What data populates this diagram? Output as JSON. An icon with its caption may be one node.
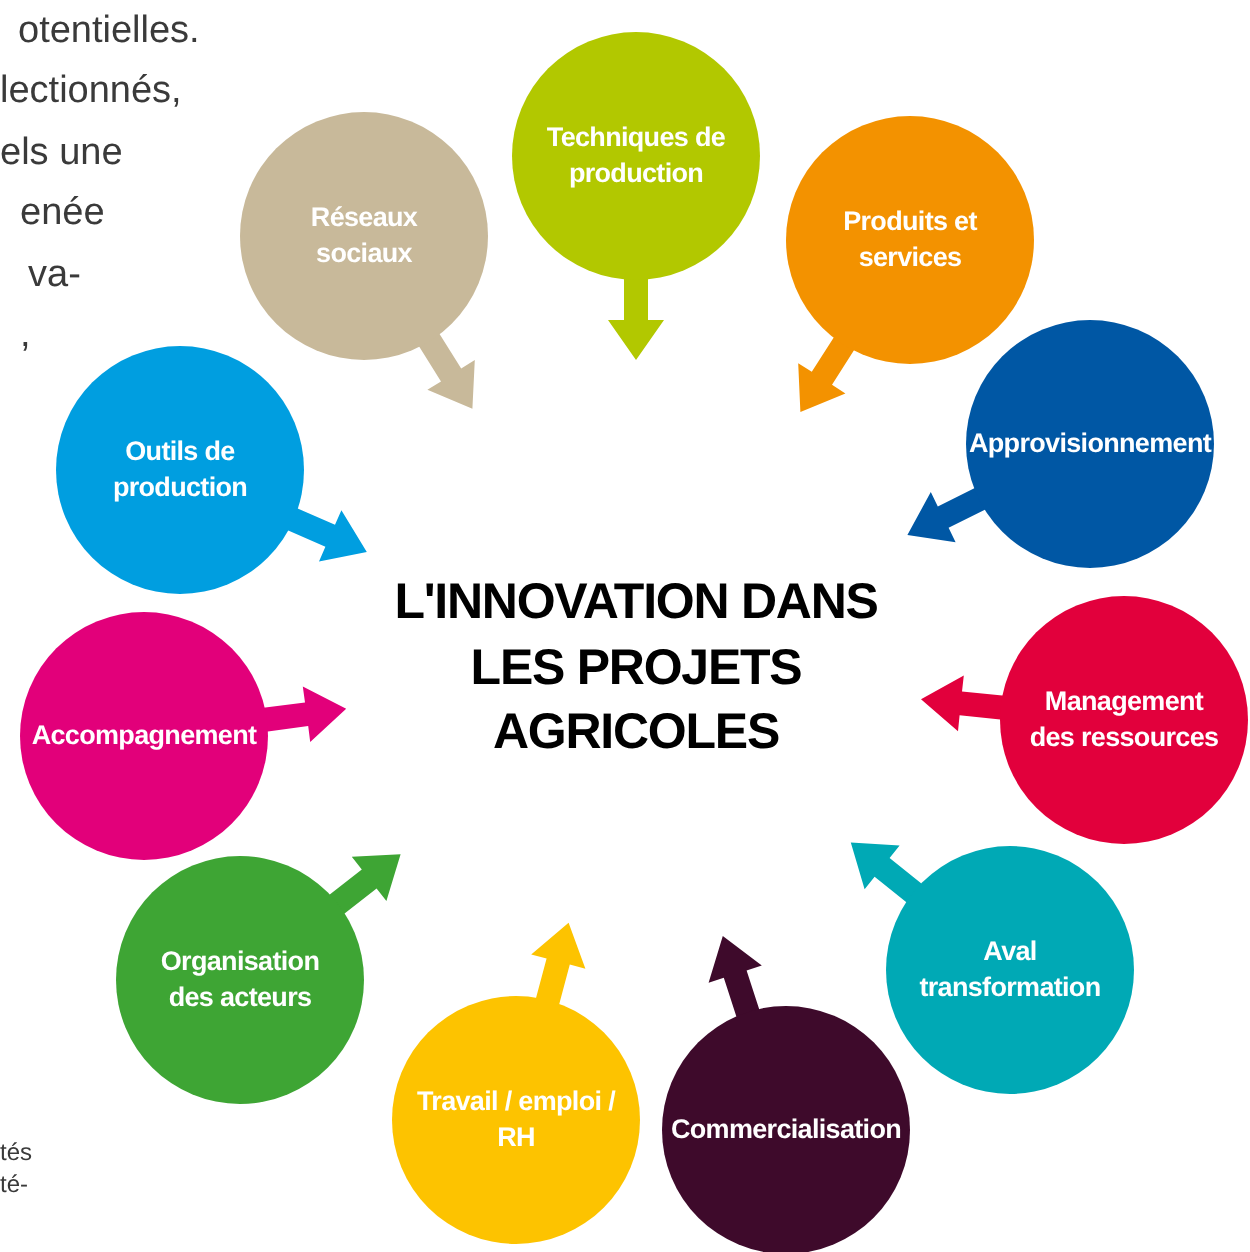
{
  "diagram": {
    "title": "L'INNOVATION DANS LES PROJETS AGRICOLES",
    "nodes": [
      {
        "text": [
          "Techniques de production"
        ]
      },
      {
        "text": [
          "Produits et services"
        ]
      },
      {
        "text": [
          "Approvisionnement"
        ]
      },
      {
        "text": [
          "Management des ressources"
        ]
      },
      {
        "text": [
          "Aval transformation"
        ]
      },
      {
        "text": [
          "Commercialisation"
        ]
      },
      {
        "text": [
          "Travail / emploi / RH"
        ]
      },
      {
        "text": [
          "Organisation des acteurs"
        ]
      },
      {
        "text": [
          "Accompagnement"
        ]
      },
      {
        "text": [
          "Outils de production"
        ]
      },
      {
        "text": [
          "Réseaux sociaux"
        ]
      }
    ],
    "edges": [
      {
        "from": 0,
        "to": null,
        "arrow": "to",
        "color": "#b2c800"
      },
      {
        "from": 1,
        "to": null,
        "arrow": "to",
        "color": "#f39200"
      },
      {
        "from": 2,
        "to": null,
        "arrow": "to",
        "color": "#0057a4"
      },
      {
        "from": 3,
        "to": null,
        "arrow": "to",
        "color": "#e2003c"
      },
      {
        "from": 4,
        "to": null,
        "arrow": "to",
        "color": "#00a9b5"
      },
      {
        "from": 5,
        "to": null,
        "arrow": "to",
        "color": "#3e0a2b"
      },
      {
        "from": 6,
        "to": null,
        "arrow": "to",
        "color": "#fdc300"
      },
      {
        "from": 7,
        "to": null,
        "arrow": "to",
        "color": "#3ea534"
      },
      {
        "from": 8,
        "to": null,
        "arrow": "to",
        "color": "#e2007a"
      },
      {
        "from": 9,
        "to": null,
        "arrow": "to",
        "color": "#009ee0"
      },
      {
        "from": 10,
        "to": null,
        "arrow": "to",
        "color": "#c8b99a"
      }
    ],
    "labels": [
      "otentielles.",
      "lectionnés,",
      "els une",
      "enée",
      "va-",
      ",",
      "tés",
      "té-"
    ]
  }
}
